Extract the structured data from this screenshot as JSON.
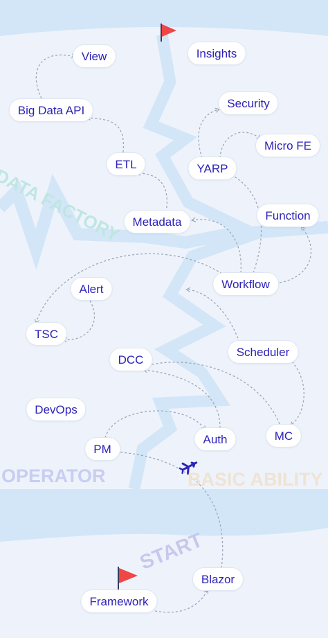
{
  "regions": {
    "data_factory": {
      "label": "DATA FACTORY",
      "color": "#bfe6e2"
    },
    "operator": {
      "label": "OPERATOR",
      "color": "#c9cdf0"
    },
    "basic_ability": {
      "label": "BASIC ABILITY",
      "color": "#efe3d3"
    },
    "start": {
      "label": "START",
      "color": "#c6c8ee"
    }
  },
  "nodes": {
    "view": "View",
    "insights": "Insights",
    "big_data_api": "Big Data API",
    "security": "Security",
    "micro_fe": "Micro FE",
    "etl": "ETL",
    "yarp": "YARP",
    "metadata": "Metadata",
    "function": "Function",
    "alert": "Alert",
    "workflow": "Workflow",
    "tsc": "TSC",
    "scheduler": "Scheduler",
    "dcc": "DCC",
    "devops": "DevOps",
    "mc": "MC",
    "auth": "Auth",
    "pm": "PM",
    "blazor": "Blazor",
    "framework": "Framework"
  },
  "colors": {
    "road": "#d3e6f8",
    "background": "#eef3fb",
    "node_text": "#2d22b8",
    "flag": "#ef4646",
    "plane": "#2d22b8",
    "connector": "#9aa6b8"
  },
  "icons": {
    "goal_flag": "flag-icon",
    "start_flag": "flag-icon",
    "plane": "airplane-icon"
  }
}
